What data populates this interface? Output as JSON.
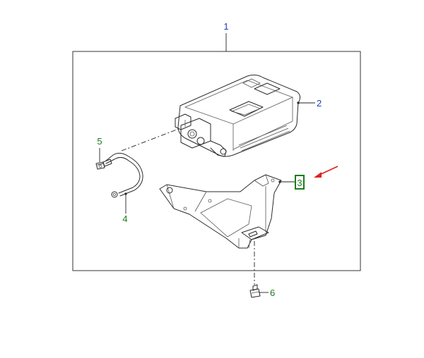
{
  "callouts": {
    "c1": {
      "text": "1",
      "color": "#1f3fb8"
    },
    "c2": {
      "text": "2",
      "color": "#1f3fb8"
    },
    "c3": {
      "text": "3",
      "color": "#1e7a1e",
      "highlight": "#1e7a1e"
    },
    "c4": {
      "text": "4",
      "color": "#1e7a1e"
    },
    "c5": {
      "text": "5",
      "color": "#1e7a1e"
    },
    "c6": {
      "text": "6",
      "color": "#1e7a1e"
    }
  },
  "pointer_arrow": {
    "color": "#e02020",
    "icon": "red-arrow-icon"
  }
}
